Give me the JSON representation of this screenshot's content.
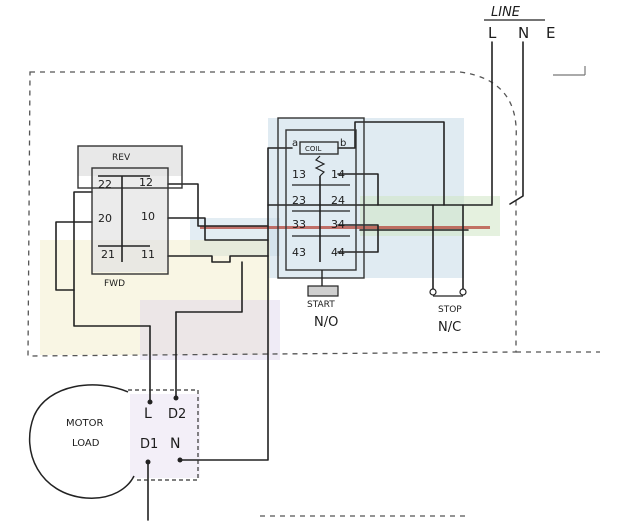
{
  "supply": {
    "heading": "LINE",
    "terminals": [
      "L",
      "N",
      "E"
    ]
  },
  "reversing_switch": {
    "top_label": "REV",
    "bottom_label": "FWD",
    "contacts": [
      "22",
      "12",
      "20",
      "10",
      "21",
      "11"
    ]
  },
  "contactor": {
    "coil_label": "COIL",
    "coil_left": "a",
    "coil_right": "b",
    "contacts": [
      "13",
      "14",
      "23",
      "24",
      "33",
      "34",
      "43",
      "44"
    ]
  },
  "start_button": {
    "label": "START",
    "type": "N/O"
  },
  "stop_button": {
    "label": "STOP",
    "type": "N/C"
  },
  "motor": {
    "label_line1": "MOTOR",
    "label_line2": "LOAD",
    "terminals": [
      "L",
      "D2",
      "D1",
      "N"
    ]
  },
  "colors": {
    "paper": "#ffffff",
    "wire": "#222222",
    "wire_red": "#b23a2e",
    "wash_blue": "#c7dbe8",
    "wash_green": "#cfe6c4",
    "wash_purple": "#dcd2ea",
    "wash_yellow": "#f0e7b8",
    "wash_gray": "#e2e2e2"
  }
}
